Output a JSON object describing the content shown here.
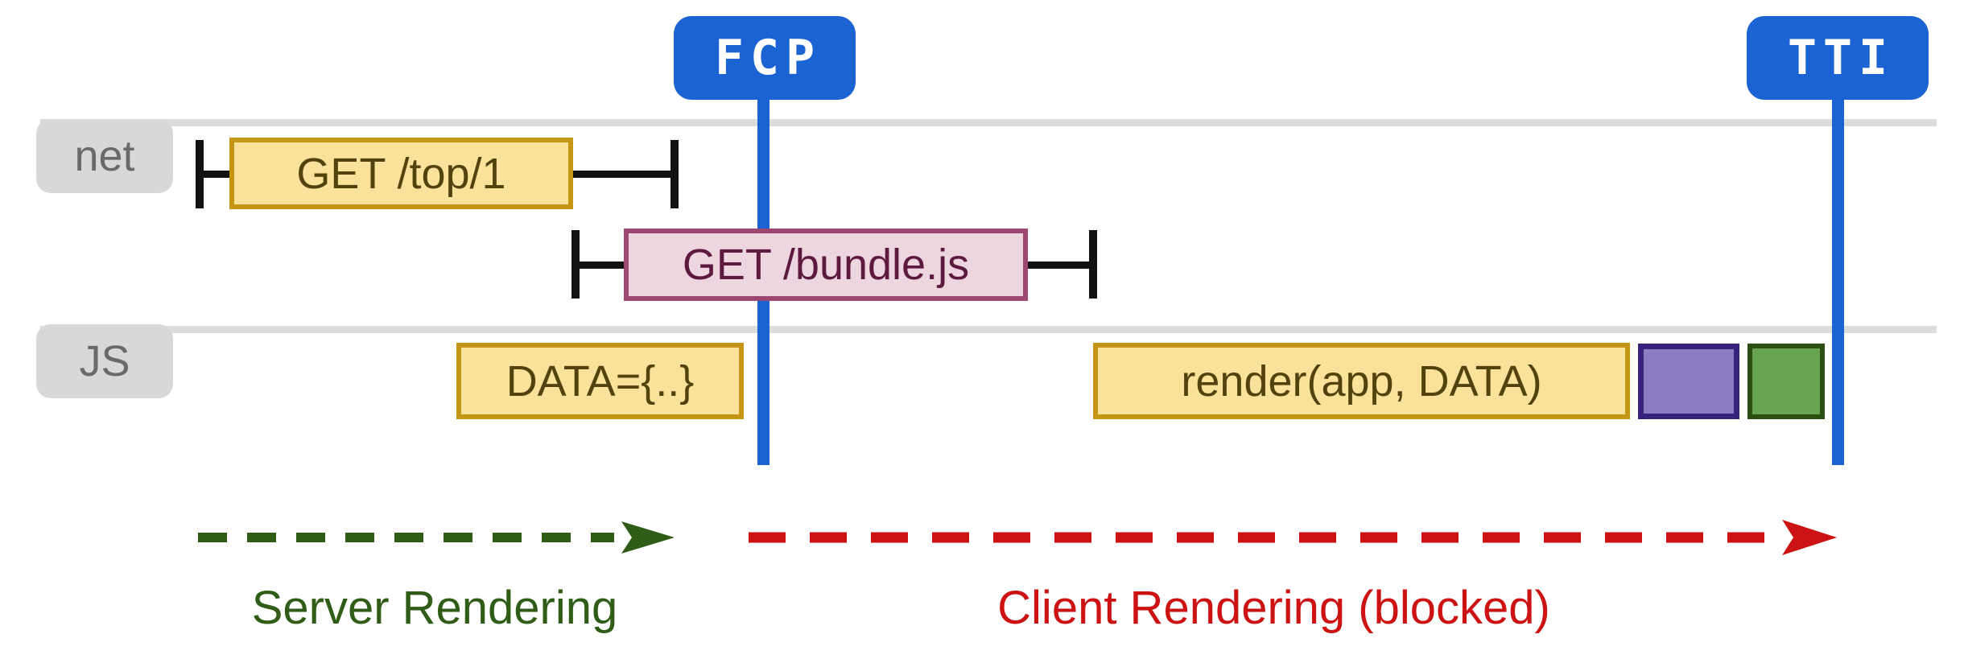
{
  "markers": {
    "fcp": {
      "label": "FCP"
    },
    "tti": {
      "label": "TTI"
    }
  },
  "rows": {
    "net": {
      "label": "net"
    },
    "js": {
      "label": "JS"
    }
  },
  "net_requests": [
    {
      "label": "GET /top/1"
    },
    {
      "label": "GET /bundle.js"
    }
  ],
  "js_tasks": [
    {
      "label": "DATA={..}"
    },
    {
      "label": "render(app, DATA)"
    },
    {
      "label": ""
    },
    {
      "label": ""
    }
  ],
  "phases": {
    "server": {
      "label": "Server Rendering",
      "color": "#2F5D17"
    },
    "client": {
      "label": "Client Rendering (blocked)",
      "color": "#CC1212"
    }
  },
  "colors": {
    "marker_blue": "#1B63D3",
    "track_gray": "#DCDCDC",
    "row_tab_fill": "#D8D8D8",
    "row_tab_text": "#6A6A6A",
    "request_yellow_fill": "#FBE29A",
    "request_yellow_border": "#C59514",
    "request_yellow_text": "#52430E",
    "bundle_pink_fill": "#EDD6E0",
    "bundle_pink_border": "#9C4873",
    "bundle_pink_text": "#5E1A3E",
    "task_purple_fill": "#8C7CC0",
    "task_purple_border": "#37227E",
    "task_green_fill": "#68A350",
    "task_green_border": "#2B4E13",
    "whisker_black": "#121212"
  }
}
